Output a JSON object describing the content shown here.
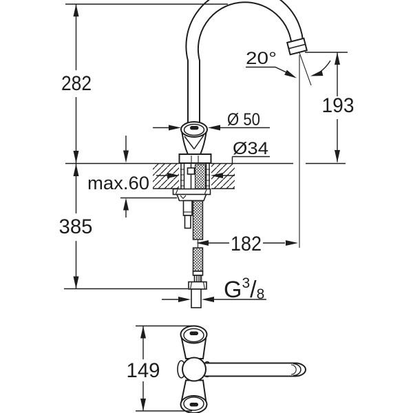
{
  "style": {
    "background": "#ffffff",
    "line_color": "#1d1d1d"
  },
  "drawing": {
    "side_view": {
      "height_above_deck": "282",
      "max_deck_thickness": "max.60",
      "height_below_deck": "385",
      "body_diameter": "Ø 50",
      "hole_diameter": "Ø34",
      "spout_angle": "20°",
      "outlet_height": "193",
      "spout_reach": "182",
      "thread": {
        "g": "G",
        "num": "3",
        "slash": "/",
        "den": "8"
      }
    },
    "top_view": {
      "body_depth": "149"
    }
  }
}
